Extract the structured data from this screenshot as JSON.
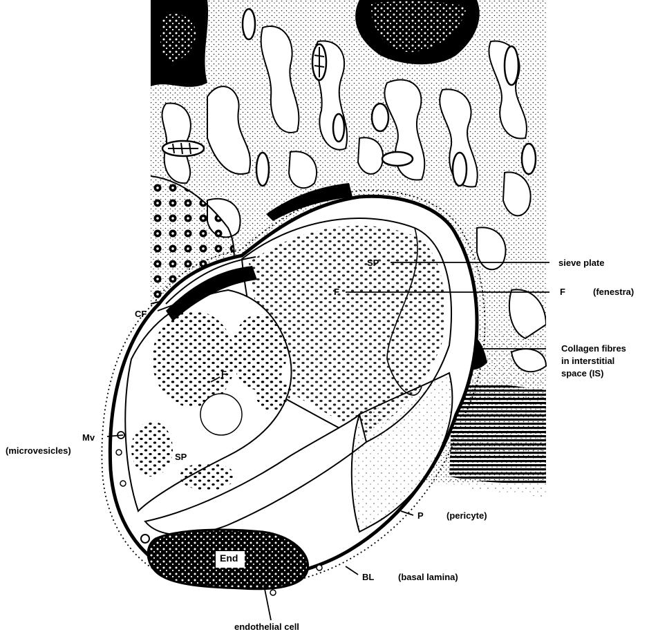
{
  "labels": {
    "sp_short": "SP",
    "sieve_plate": "sieve plate",
    "f_short": "F",
    "fenestra": "(fenestra)",
    "collagen": [
      "Collagen fibres",
      "in interstitial",
      "space (IS)"
    ],
    "cf": "CF",
    "f_inner": "F",
    "mv": "Mv",
    "microvesicles": "(microvesicles)",
    "sp_inner": "SP",
    "p_short": "P",
    "pericyte": "(pericyte)",
    "end": "End",
    "bl_short": "BL",
    "basal_lamina": "(basal lamina)",
    "endothelial_cell": "endothelial cell"
  },
  "colors": {
    "ink": "#000000",
    "paper": "#ffffff",
    "stipple": "#4a4a4a"
  }
}
